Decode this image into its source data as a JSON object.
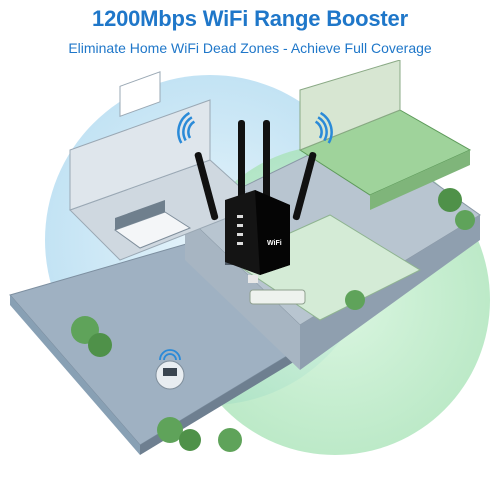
{
  "header": {
    "title": "1200Mbps WiFi Range Booster",
    "subtitle": "Eliminate Home WiFi Dead Zones - Achieve Full Coverage"
  },
  "device": {
    "logo_text": "WiFi",
    "antenna_count": 4
  },
  "colors": {
    "headline_blue": "#1f77c9",
    "coverage_green": "#bfe9c9",
    "coverage_blue": "#bfe3f4",
    "wifi_signal_blue": "#2a8ad8",
    "device_black": "#111111",
    "floor_grey": "#a9b8c6"
  },
  "icons": [
    "wifi-signal-icon",
    "laptop-icon",
    "tablet-icon",
    "router-icon"
  ]
}
